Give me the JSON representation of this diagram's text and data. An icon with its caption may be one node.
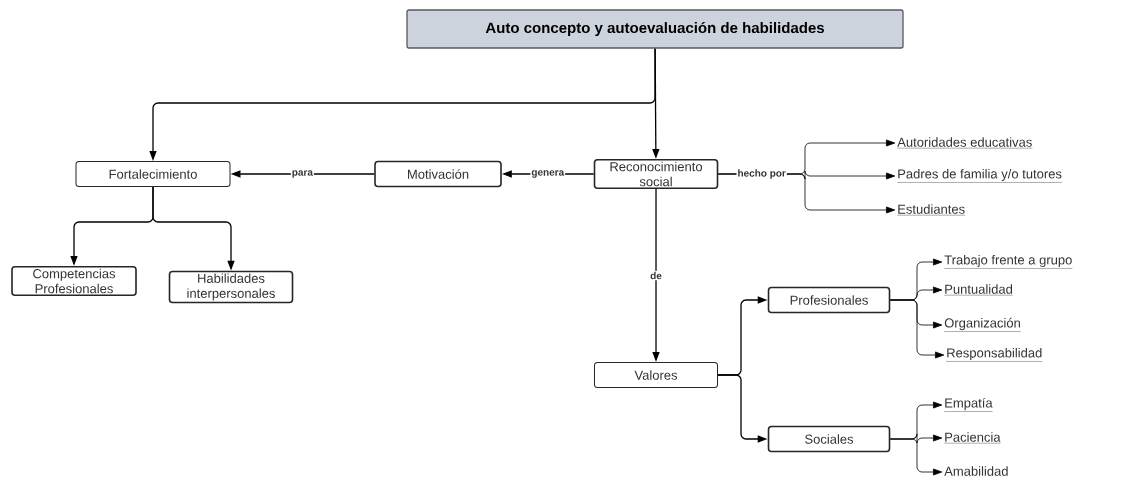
{
  "diagram": {
    "nodes": [
      {
        "text": [
          "Auto concepto y autoevaluación de habilidades"
        ]
      },
      {
        "text": [
          "Fortalecimiento"
        ]
      },
      {
        "text": [
          "Motivación"
        ]
      },
      {
        "text": [
          "Reconocimiento social"
        ]
      },
      {
        "text": [
          "Competencias Profesionales"
        ]
      },
      {
        "text": [
          "Habilidades interpersonales"
        ]
      },
      {
        "text": [
          "Autoridades educativas"
        ]
      },
      {
        "text": [
          "Padres de familia y/o tutores"
        ]
      },
      {
        "text": [
          "Estudiantes"
        ]
      },
      {
        "text": [
          "Valores"
        ]
      },
      {
        "text": [
          "Profesionales"
        ]
      },
      {
        "text": [
          "Sociales"
        ]
      },
      {
        "text": [
          "Trabajo frente a grupo"
        ]
      },
      {
        "text": [
          "Puntualidad"
        ]
      },
      {
        "text": [
          "Organización"
        ]
      },
      {
        "text": [
          "Responsabilidad"
        ]
      },
      {
        "text": [
          "Empatía"
        ]
      },
      {
        "text": [
          "Paciencia"
        ]
      },
      {
        "text": [
          "Amabilidad"
        ]
      }
    ],
    "edges": [
      {
        "from": 0,
        "to": 1,
        "arrow": "to"
      },
      {
        "from": 0,
        "to": 3,
        "arrow": "to"
      },
      {
        "from": 3,
        "to": 2,
        "arrow": "to",
        "label": "genera"
      },
      {
        "from": 2,
        "to": 1,
        "arrow": "to",
        "label": "para"
      },
      {
        "from": 1,
        "to": 4,
        "arrow": "to"
      },
      {
        "from": 1,
        "to": 5,
        "arrow": "to"
      },
      {
        "from": 3,
        "to": 6,
        "arrow": "to"
      },
      {
        "from": 3,
        "to": 7,
        "arrow": "to",
        "label": "hecho por"
      },
      {
        "from": 3,
        "to": 8,
        "arrow": "to"
      },
      {
        "from": 3,
        "to": 9,
        "arrow": "to",
        "label": "de"
      },
      {
        "from": 9,
        "to": 10,
        "arrow": "to"
      },
      {
        "from": 9,
        "to": 11,
        "arrow": "to"
      },
      {
        "from": 10,
        "to": 12,
        "arrow": "to"
      },
      {
        "from": 10,
        "to": 13,
        "arrow": "to"
      },
      {
        "from": 10,
        "to": 14,
        "arrow": "to"
      },
      {
        "from": 10,
        "to": 15,
        "arrow": "to"
      },
      {
        "from": 11,
        "to": 16,
        "arrow": "to"
      },
      {
        "from": 11,
        "to": 17,
        "arrow": "to"
      },
      {
        "from": 11,
        "to": 18,
        "arrow": "to"
      }
    ]
  }
}
